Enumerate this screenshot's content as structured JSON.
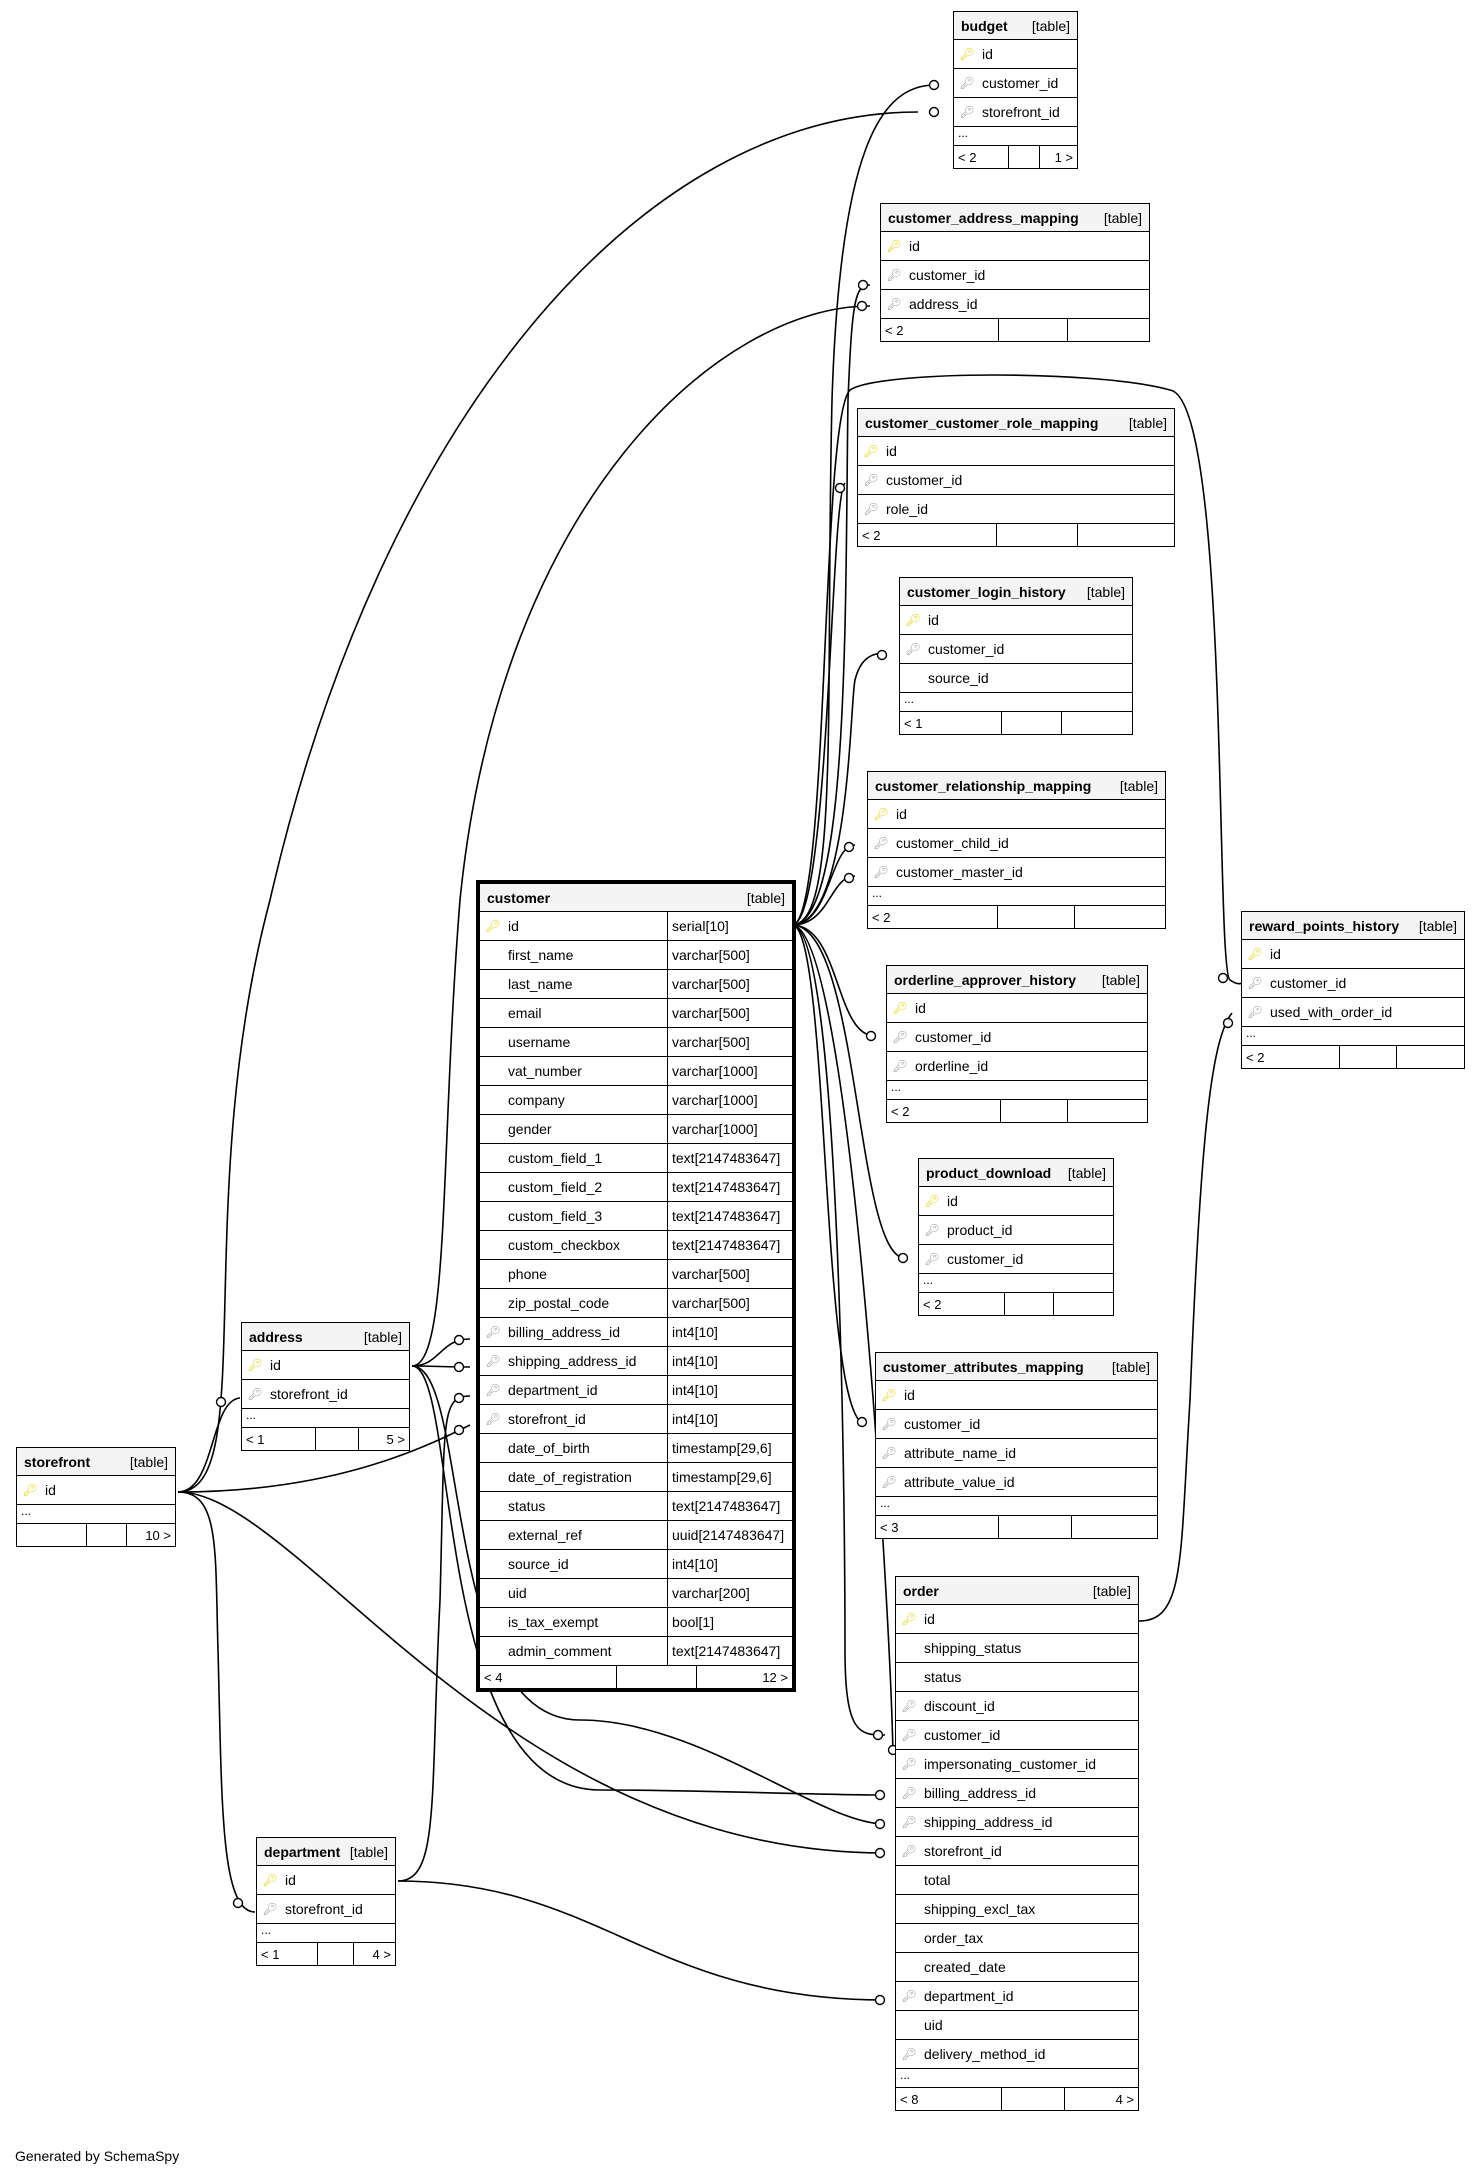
{
  "credit": "Generated by SchemaSpy",
  "icons": {
    "primary_key": "key-icon (yellow)",
    "foreign_key": "key-icon (gray)"
  },
  "tables": {
    "budget": {
      "name": "budget",
      "type": "[table]",
      "cols": [
        {
          "name": "id",
          "key": "pk"
        },
        {
          "name": "customer_id",
          "key": "fk"
        },
        {
          "name": "storefront_id",
          "key": "fk"
        }
      ],
      "more": "...",
      "foot": [
        "< 2",
        "",
        "1 >"
      ]
    },
    "customer_address_mapping": {
      "name": "customer_address_mapping",
      "type": "[table]",
      "cols": [
        {
          "name": "id",
          "key": "pk"
        },
        {
          "name": "customer_id",
          "key": "fk"
        },
        {
          "name": "address_id",
          "key": "fk"
        }
      ],
      "foot": [
        "< 2",
        "",
        ""
      ]
    },
    "customer_customer_role_mapping": {
      "name": "customer_customer_role_mapping",
      "type": "[table]",
      "cols": [
        {
          "name": "id",
          "key": "pk"
        },
        {
          "name": "customer_id",
          "key": "fk"
        },
        {
          "name": "role_id",
          "key": "fk"
        }
      ],
      "foot": [
        "< 2",
        "",
        ""
      ]
    },
    "customer_login_history": {
      "name": "customer_login_history",
      "type": "[table]",
      "cols": [
        {
          "name": "id",
          "key": "pk"
        },
        {
          "name": "customer_id",
          "key": "fk"
        },
        {
          "name": "source_id",
          "key": ""
        }
      ],
      "more": "...",
      "foot": [
        "< 1",
        "",
        ""
      ]
    },
    "customer_relationship_mapping": {
      "name": "customer_relationship_mapping",
      "type": "[table]",
      "cols": [
        {
          "name": "id",
          "key": "pk"
        },
        {
          "name": "customer_child_id",
          "key": "fk"
        },
        {
          "name": "customer_master_id",
          "key": "fk"
        }
      ],
      "more": "...",
      "foot": [
        "< 2",
        "",
        ""
      ]
    },
    "orderline_approver_history": {
      "name": "orderline_approver_history",
      "type": "[table]",
      "cols": [
        {
          "name": "id",
          "key": "pk"
        },
        {
          "name": "customer_id",
          "key": "fk"
        },
        {
          "name": "orderline_id",
          "key": "fk"
        }
      ],
      "more": "...",
      "foot": [
        "< 2",
        "",
        ""
      ]
    },
    "product_download": {
      "name": "product_download",
      "type": "[table]",
      "cols": [
        {
          "name": "id",
          "key": "pk"
        },
        {
          "name": "product_id",
          "key": "fk"
        },
        {
          "name": "customer_id",
          "key": "fk"
        }
      ],
      "more": "...",
      "foot": [
        "< 2",
        "",
        ""
      ]
    },
    "customer_attributes_mapping": {
      "name": "customer_attributes_mapping",
      "type": "[table]",
      "cols": [
        {
          "name": "id",
          "key": "pk"
        },
        {
          "name": "customer_id",
          "key": "fk"
        },
        {
          "name": "attribute_name_id",
          "key": "fk"
        },
        {
          "name": "attribute_value_id",
          "key": "fk"
        }
      ],
      "more": "...",
      "foot": [
        "< 3",
        "",
        ""
      ]
    },
    "reward_points_history": {
      "name": "reward_points_history",
      "type": "[table]",
      "cols": [
        {
          "name": "id",
          "key": "pk"
        },
        {
          "name": "customer_id",
          "key": "fk"
        },
        {
          "name": "used_with_order_id",
          "key": "fk"
        }
      ],
      "more": "...",
      "foot": [
        "< 2",
        "",
        ""
      ]
    },
    "customer": {
      "name": "customer",
      "type": "[table]",
      "cols": [
        {
          "name": "id",
          "key": "pk",
          "dtype": "serial[10]"
        },
        {
          "name": "first_name",
          "key": "",
          "dtype": "varchar[500]"
        },
        {
          "name": "last_name",
          "key": "",
          "dtype": "varchar[500]"
        },
        {
          "name": "email",
          "key": "",
          "dtype": "varchar[500]"
        },
        {
          "name": "username",
          "key": "",
          "dtype": "varchar[500]"
        },
        {
          "name": "vat_number",
          "key": "",
          "dtype": "varchar[1000]"
        },
        {
          "name": "company",
          "key": "",
          "dtype": "varchar[1000]"
        },
        {
          "name": "gender",
          "key": "",
          "dtype": "varchar[1000]"
        },
        {
          "name": "custom_field_1",
          "key": "",
          "dtype": "text[2147483647]"
        },
        {
          "name": "custom_field_2",
          "key": "",
          "dtype": "text[2147483647]"
        },
        {
          "name": "custom_field_3",
          "key": "",
          "dtype": "text[2147483647]"
        },
        {
          "name": "custom_checkbox",
          "key": "",
          "dtype": "text[2147483647]"
        },
        {
          "name": "phone",
          "key": "",
          "dtype": "varchar[500]"
        },
        {
          "name": "zip_postal_code",
          "key": "",
          "dtype": "varchar[500]"
        },
        {
          "name": "billing_address_id",
          "key": "fk",
          "dtype": "int4[10]"
        },
        {
          "name": "shipping_address_id",
          "key": "fk",
          "dtype": "int4[10]"
        },
        {
          "name": "department_id",
          "key": "fk",
          "dtype": "int4[10]"
        },
        {
          "name": "storefront_id",
          "key": "fk",
          "dtype": "int4[10]"
        },
        {
          "name": "date_of_birth",
          "key": "",
          "dtype": "timestamp[29,6]"
        },
        {
          "name": "date_of_registration",
          "key": "",
          "dtype": "timestamp[29,6]"
        },
        {
          "name": "status",
          "key": "",
          "dtype": "text[2147483647]"
        },
        {
          "name": "external_ref",
          "key": "",
          "dtype": "uuid[2147483647]"
        },
        {
          "name": "source_id",
          "key": "",
          "dtype": "int4[10]"
        },
        {
          "name": "uid",
          "key": "",
          "dtype": "varchar[200]"
        },
        {
          "name": "is_tax_exempt",
          "key": "",
          "dtype": "bool[1]"
        },
        {
          "name": "admin_comment",
          "key": "",
          "dtype": "text[2147483647]"
        }
      ],
      "foot": [
        "< 4",
        "",
        "12 >"
      ]
    },
    "address": {
      "name": "address",
      "type": "[table]",
      "cols": [
        {
          "name": "id",
          "key": "pk"
        },
        {
          "name": "storefront_id",
          "key": "fk"
        }
      ],
      "more": "...",
      "foot": [
        "< 1",
        "",
        "5 >"
      ]
    },
    "storefront": {
      "name": "storefront",
      "type": "[table]",
      "cols": [
        {
          "name": "id",
          "key": "pk"
        }
      ],
      "more": "...",
      "foot": [
        "",
        "",
        "10 >"
      ]
    },
    "department": {
      "name": "department",
      "type": "[table]",
      "cols": [
        {
          "name": "id",
          "key": "pk"
        },
        {
          "name": "storefront_id",
          "key": "fk"
        }
      ],
      "more": "...",
      "foot": [
        "< 1",
        "",
        "4 >"
      ]
    },
    "order": {
      "name": "order",
      "type": "[table]",
      "cols": [
        {
          "name": "id",
          "key": "pk"
        },
        {
          "name": "shipping_status",
          "key": ""
        },
        {
          "name": "status",
          "key": ""
        },
        {
          "name": "discount_id",
          "key": "fk"
        },
        {
          "name": "customer_id",
          "key": "fk"
        },
        {
          "name": "impersonating_customer_id",
          "key": "fk"
        },
        {
          "name": "billing_address_id",
          "key": "fk"
        },
        {
          "name": "shipping_address_id",
          "key": "fk"
        },
        {
          "name": "storefront_id",
          "key": "fk"
        },
        {
          "name": "total",
          "key": ""
        },
        {
          "name": "shipping_excl_tax",
          "key": ""
        },
        {
          "name": "order_tax",
          "key": ""
        },
        {
          "name": "created_date",
          "key": ""
        },
        {
          "name": "department_id",
          "key": "fk"
        },
        {
          "name": "uid",
          "key": ""
        },
        {
          "name": "delivery_method_id",
          "key": "fk"
        }
      ],
      "more": "...",
      "foot": [
        "< 8",
        "",
        "4 >"
      ]
    }
  }
}
